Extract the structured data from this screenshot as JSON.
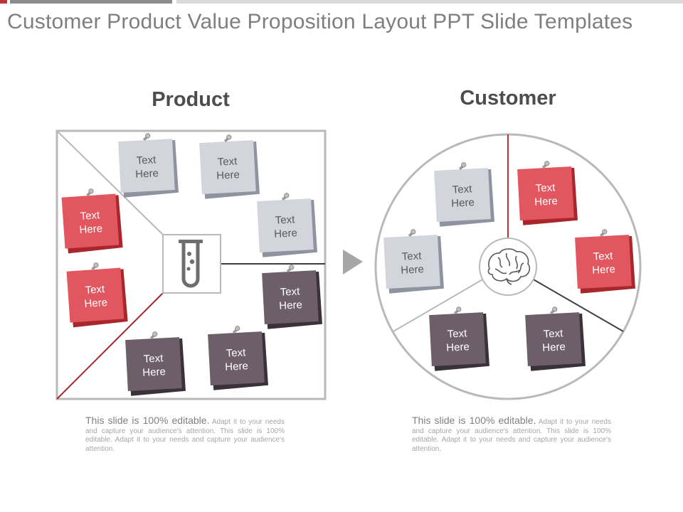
{
  "title": "Customer Product Value Proposition Layout PPT Slide Templates",
  "product": {
    "label": "Product",
    "center_icon": "test-tube-icon",
    "notes": [
      {
        "line1": "Text",
        "line2": "Here",
        "color": "light-gray"
      },
      {
        "line1": "Text",
        "line2": "Here",
        "color": "light-gray"
      },
      {
        "line1": "Text",
        "line2": "Here",
        "color": "light-gray"
      },
      {
        "line1": "Text",
        "line2": "Here",
        "color": "red"
      },
      {
        "line1": "Text",
        "line2": "Here",
        "color": "red"
      },
      {
        "line1": "Text",
        "line2": "Here",
        "color": "dark-gray"
      },
      {
        "line1": "Text",
        "line2": "Here",
        "color": "dark-gray"
      },
      {
        "line1": "Text",
        "line2": "Here",
        "color": "dark-gray"
      }
    ]
  },
  "arrow_icon": "play-arrow-icon",
  "customer": {
    "label": "Customer",
    "center_icon": "brain-icon",
    "notes": [
      {
        "line1": "Text",
        "line2": "Here",
        "color": "light-gray"
      },
      {
        "line1": "Text",
        "line2": "Here",
        "color": "light-gray"
      },
      {
        "line1": "Text",
        "line2": "Here",
        "color": "red"
      },
      {
        "line1": "Text",
        "line2": "Here",
        "color": "red"
      },
      {
        "line1": "Text",
        "line2": "Here",
        "color": "dark-gray"
      },
      {
        "line1": "Text",
        "line2": "Here",
        "color": "dark-gray"
      }
    ]
  },
  "captions": [
    {
      "lead": "This slide is 100% editable.",
      "body": "Adapt it to your needs and capture your audience's attention. This slide is 100% editable. Adapt it to your needs and capture your audience's attention."
    },
    {
      "lead": "This slide is 100% editable.",
      "body": "Adapt it to your needs and capture your audience's attention. This slide is 100% editable. Adapt it to your needs and capture your audience's attention."
    }
  ],
  "colors": {
    "light-gray": {
      "fill": "#d3d5dc",
      "edge": "#8e93a0",
      "text": "#595959"
    },
    "red": {
      "fill": "#e2575f",
      "edge": "#a8262c",
      "text": "#ffffff"
    },
    "dark-gray": {
      "fill": "#6d5f6a",
      "edge": "#3b3239",
      "text": "#ffffff"
    },
    "frame": "#b9b9b9",
    "accent_red": "#c0323a",
    "accent_dark": "#3f3f3f",
    "topbar_red": "#c0323a",
    "topbar_gray": "#8c8c8c"
  }
}
